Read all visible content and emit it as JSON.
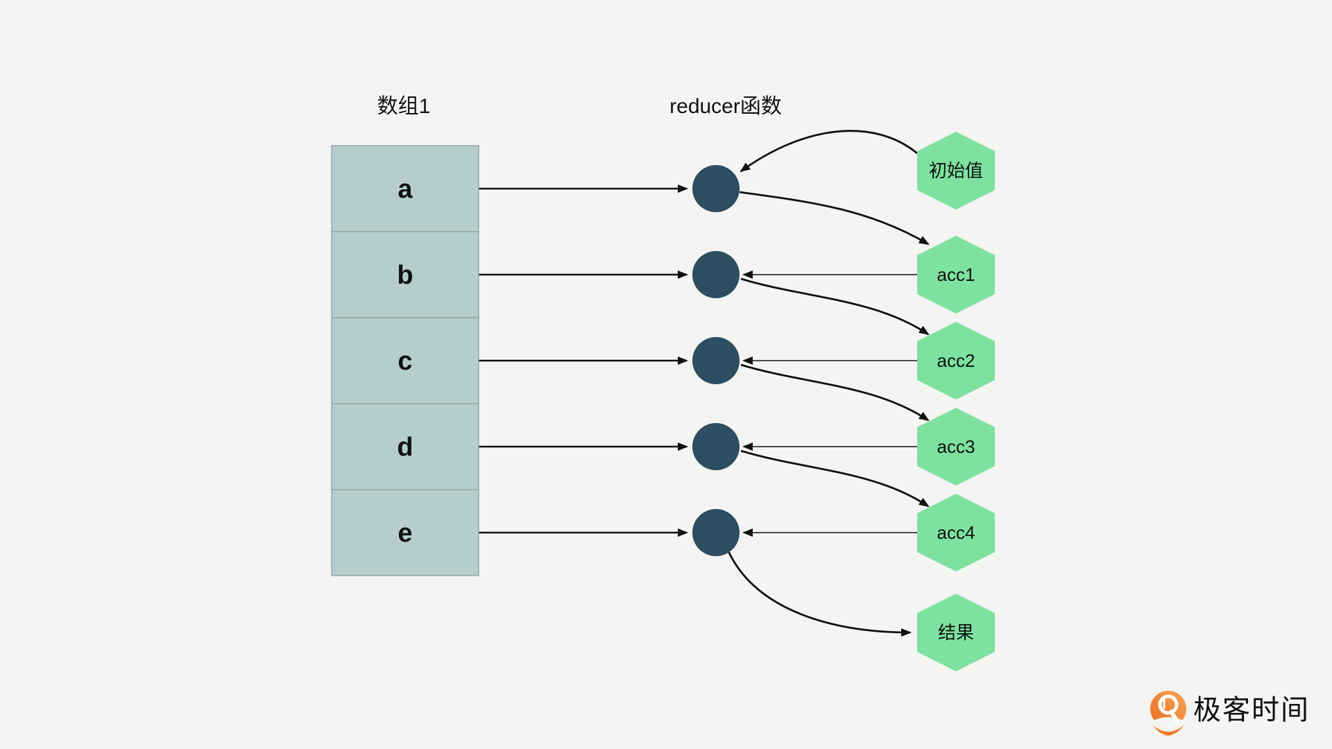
{
  "canvas": {
    "background": "#f4f4f2"
  },
  "titles": {
    "array_label": "数组1",
    "reducer_label": "reducer函数"
  },
  "array": {
    "cell_fill": "#b5cecd",
    "cell_border": "#7e8e8f",
    "items": [
      "a",
      "b",
      "c",
      "d",
      "e"
    ]
  },
  "reducer_nodes": {
    "fill": "#2d4d60"
  },
  "hexagons": {
    "fill": "#7de2a0",
    "initial_label": "初始值",
    "acc_labels": [
      "acc1",
      "acc2",
      "acc3",
      "acc4"
    ],
    "result_label": "结果"
  },
  "arrows": {
    "color": "#111111"
  },
  "logo": {
    "text": "极客时间",
    "text_color": "#58585c",
    "icon_color": "#ee7c2b"
  }
}
